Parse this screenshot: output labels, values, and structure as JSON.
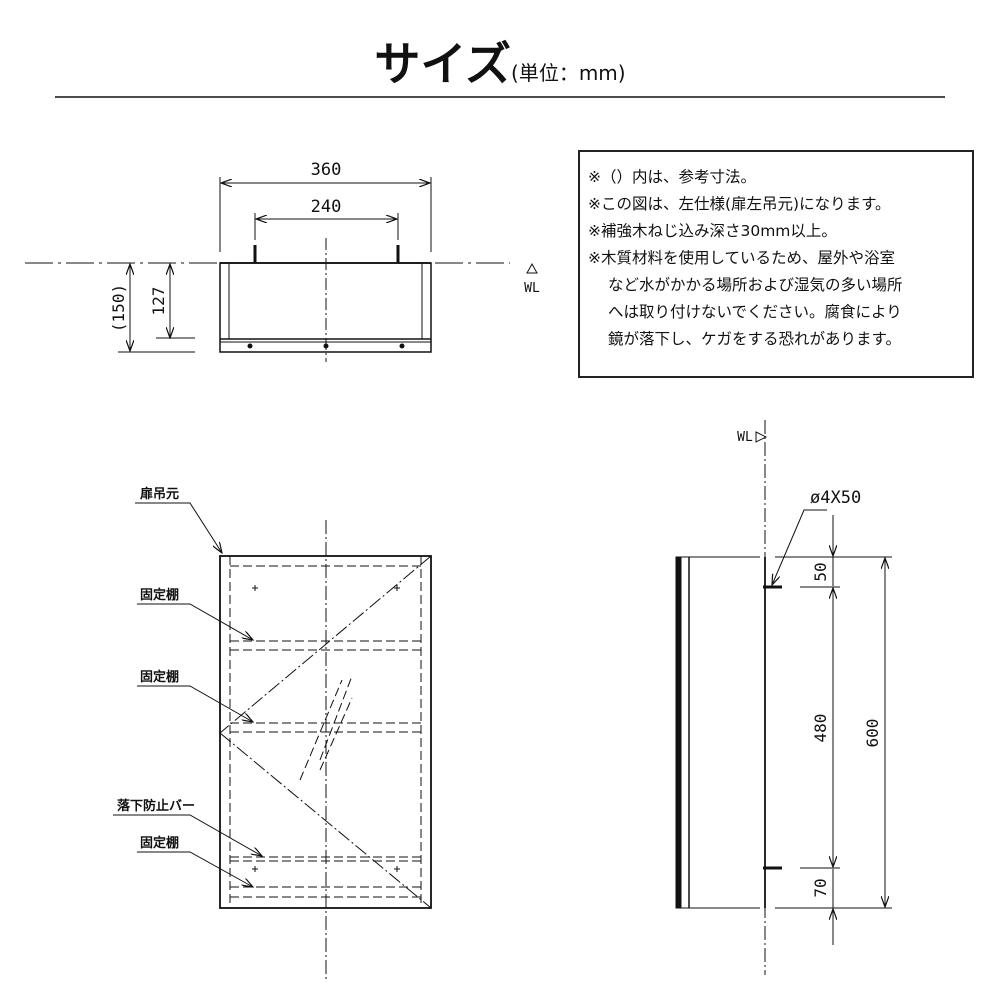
{
  "title": {
    "main": "サイズ",
    "unit": "(単位：mm)"
  },
  "notes": [
    "※（）内は、参考寸法。",
    "※この図は、左仕様(扉左吊元)になります。",
    "※補強木ねじ込み深さ30mm以上。",
    "※木質材料を使用しているため、屋外や浴室",
    "など水がかかる場所および湿気の多い場所",
    "へは取り付けないでください。腐食により",
    "鏡が落下し、ケガをする恐れがあります。"
  ],
  "top_view": {
    "width": "360",
    "screw_pitch": "240",
    "depth_ref": "(150)",
    "depth": "127",
    "wl": "WL"
  },
  "front_view": {
    "hinge": "扉吊元",
    "shelf1": "固定棚",
    "shelf2": "固定棚",
    "bar": "落下防止バー",
    "shelf3": "固定棚"
  },
  "side_view": {
    "wl": "WL",
    "screw": "ø4X50",
    "top_offset": "50",
    "pitch": "480",
    "bottom_offset": "70",
    "height": "600"
  }
}
